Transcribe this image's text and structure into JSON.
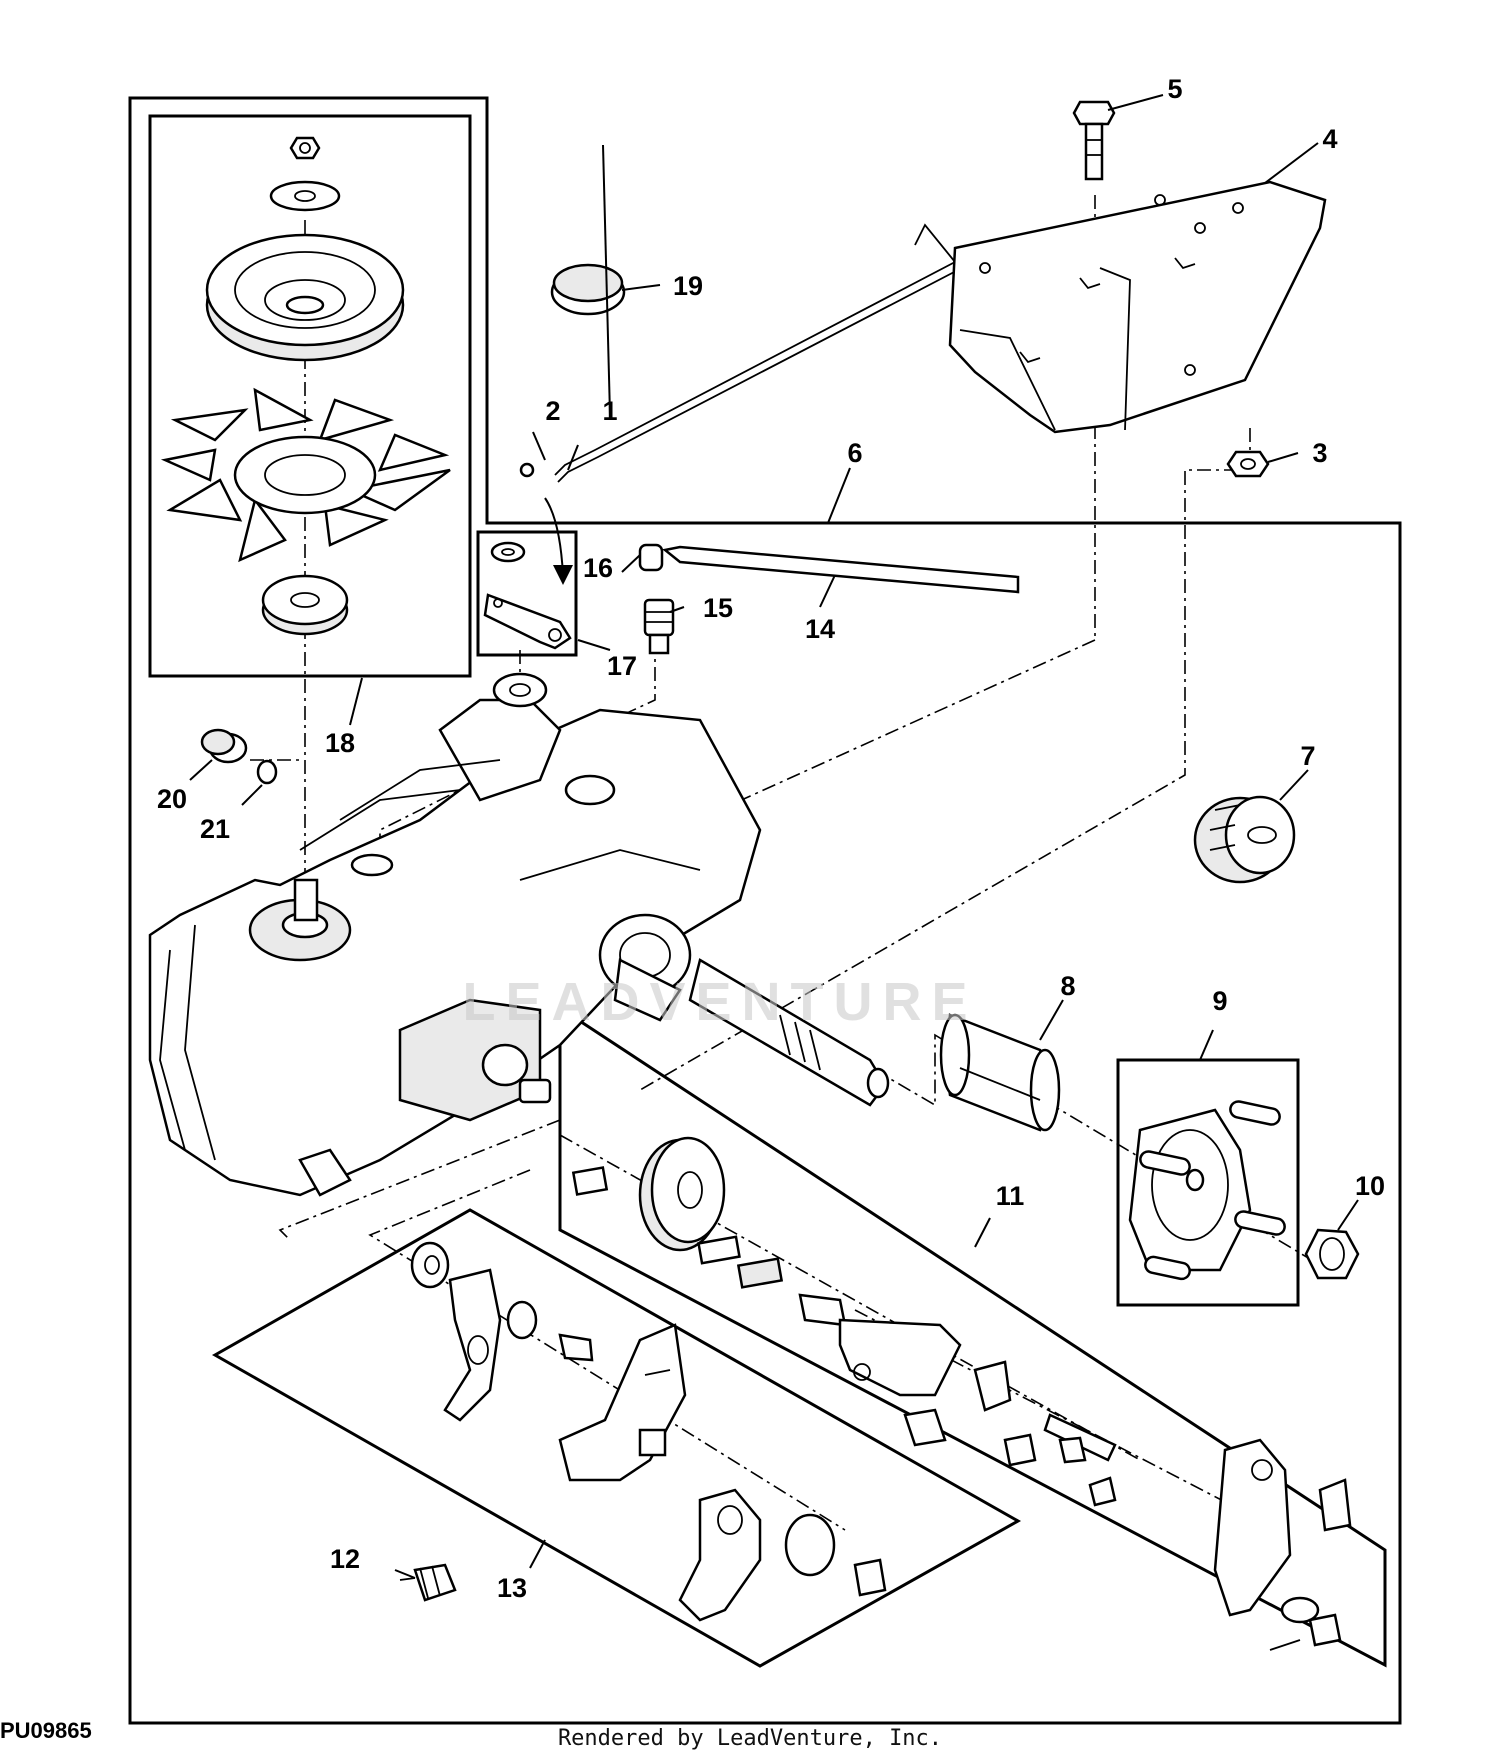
{
  "figure": {
    "id": "PU09865",
    "credit": "Rendered by LeadVenture, Inc.",
    "watermark": "LEADVENTURE"
  },
  "callouts": [
    {
      "n": "1"
    },
    {
      "n": "2"
    },
    {
      "n": "3"
    },
    {
      "n": "4"
    },
    {
      "n": "5"
    },
    {
      "n": "6"
    },
    {
      "n": "7"
    },
    {
      "n": "8"
    },
    {
      "n": "9"
    },
    {
      "n": "10"
    },
    {
      "n": "11"
    },
    {
      "n": "12"
    },
    {
      "n": "13"
    },
    {
      "n": "14"
    },
    {
      "n": "15"
    },
    {
      "n": "16"
    },
    {
      "n": "17"
    },
    {
      "n": "18"
    },
    {
      "n": "19"
    },
    {
      "n": "20"
    },
    {
      "n": "21"
    }
  ],
  "colors": {
    "line": "#000000",
    "background": "#ffffff",
    "watermark": "#c8c8c8"
  }
}
